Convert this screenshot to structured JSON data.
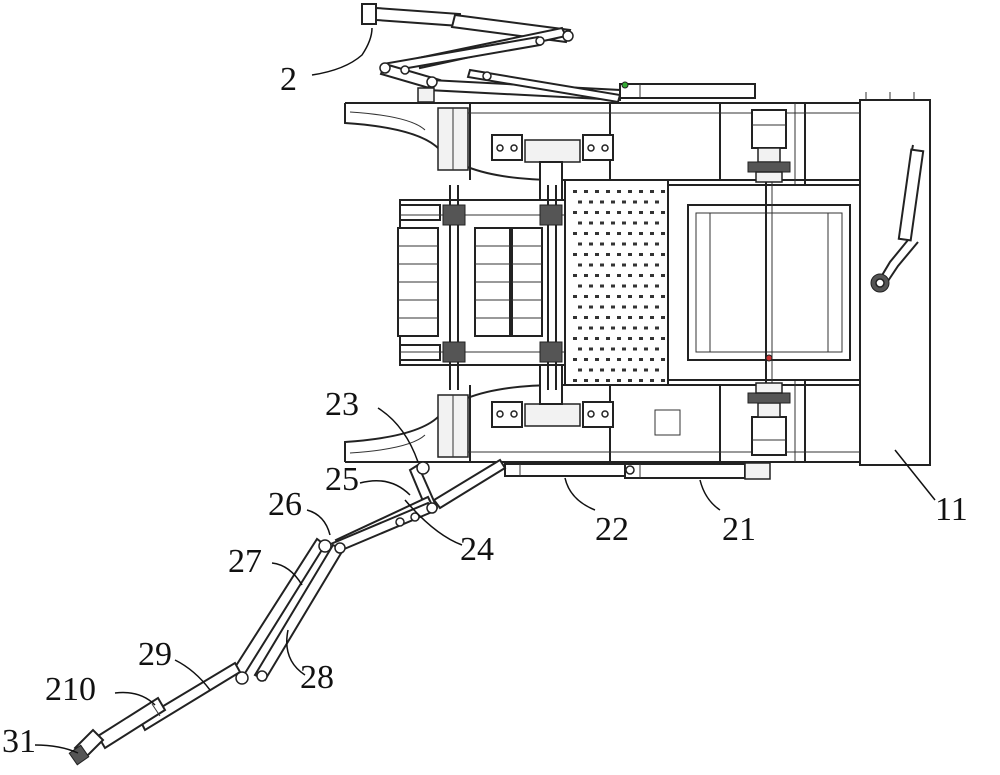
{
  "figure": {
    "labels": {
      "l2": "2",
      "l11": "11",
      "l21": "21",
      "l22": "22",
      "l23": "23",
      "l24": "24",
      "l25": "25",
      "l26": "26",
      "l27": "27",
      "l28": "28",
      "l29": "29",
      "l210": "210",
      "l31": "31"
    }
  }
}
